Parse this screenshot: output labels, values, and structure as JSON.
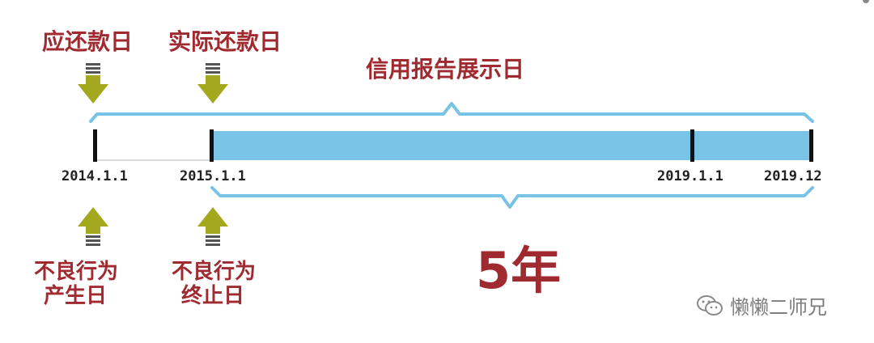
{
  "labels": {
    "due_date": "应还款日",
    "actual_repay_date": "实际还款日",
    "credit_report_display": "信用报告展示日",
    "bad_record_start_line1": "不良行为",
    "bad_record_start_line2": "产生日",
    "bad_record_end_line1": "不良行为",
    "bad_record_end_line2": "终止日",
    "five_years": "5年"
  },
  "dates": [
    "2014.1.1",
    "2015.1.1",
    "2019.1.1",
    "2019.12"
  ],
  "watermark": {
    "icon": "wechat-icon",
    "text": "懒懒二师兄"
  },
  "colors": {
    "label_red": "#9f2a30",
    "bar_blue": "#79c3e6",
    "bracket_blue": "#79c3e6",
    "arrow_olive": "#a3a81e",
    "tick_black": "#111111"
  }
}
